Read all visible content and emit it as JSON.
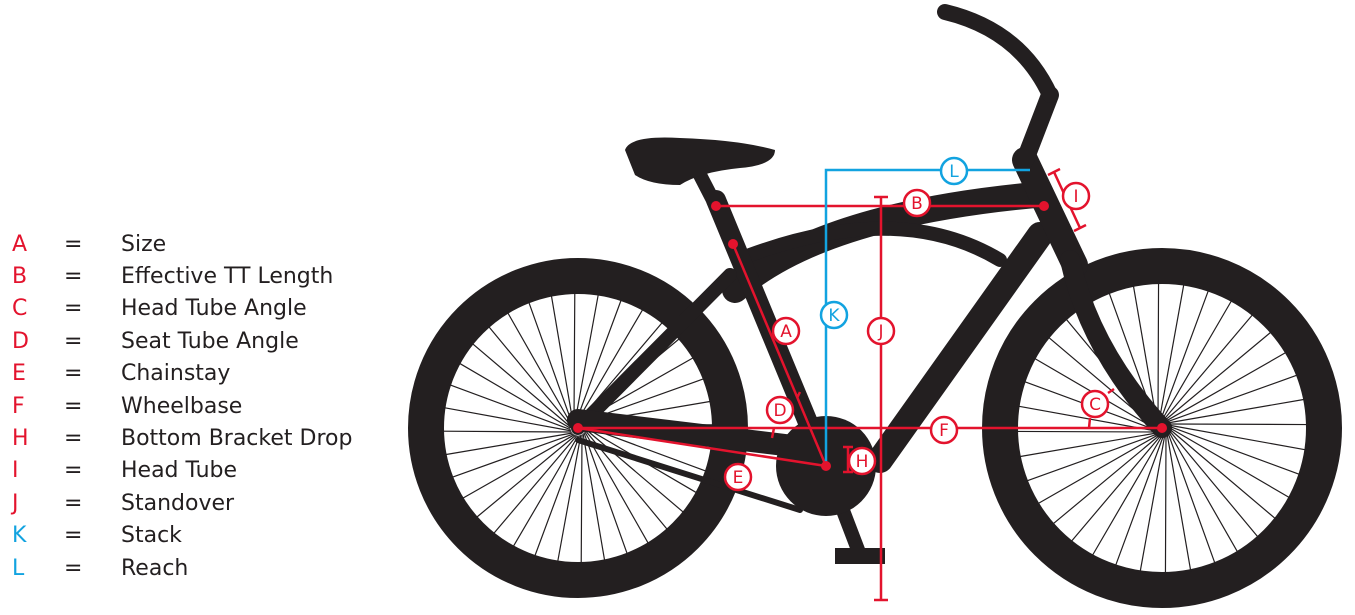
{
  "colors": {
    "red": "#e3132d",
    "blue": "#12a3e0",
    "bike": "#231f20"
  },
  "legend": [
    {
      "key": "A",
      "eq": "=",
      "label": "Size",
      "color": "#e3132d"
    },
    {
      "key": "B",
      "eq": "=",
      "label": "Effective TT Length",
      "color": "#e3132d"
    },
    {
      "key": "C",
      "eq": "=",
      "label": "Head Tube Angle",
      "color": "#e3132d"
    },
    {
      "key": "D",
      "eq": "=",
      "label": "Seat Tube Angle",
      "color": "#e3132d"
    },
    {
      "key": "E",
      "eq": "=",
      "label": "Chainstay",
      "color": "#e3132d"
    },
    {
      "key": "F",
      "eq": "=",
      "label": "Wheelbase",
      "color": "#e3132d"
    },
    {
      "key": "H",
      "eq": "=",
      "label": "Bottom Bracket Drop",
      "color": "#e3132d"
    },
    {
      "key": "I",
      "eq": "=",
      "label": "Head Tube",
      "color": "#e3132d"
    },
    {
      "key": "J",
      "eq": "=",
      "label": "Standover",
      "color": "#e3132d"
    },
    {
      "key": "K",
      "eq": "=",
      "label": "Stack",
      "color": "#12a3e0"
    },
    {
      "key": "L",
      "eq": "=",
      "label": "Reach",
      "color": "#12a3e0"
    }
  ],
  "markers": {
    "A": "A",
    "B": "B",
    "C": "C",
    "D": "D",
    "E": "E",
    "F": "F",
    "H": "H",
    "I": "I",
    "J": "J",
    "K": "K",
    "L": "L"
  }
}
